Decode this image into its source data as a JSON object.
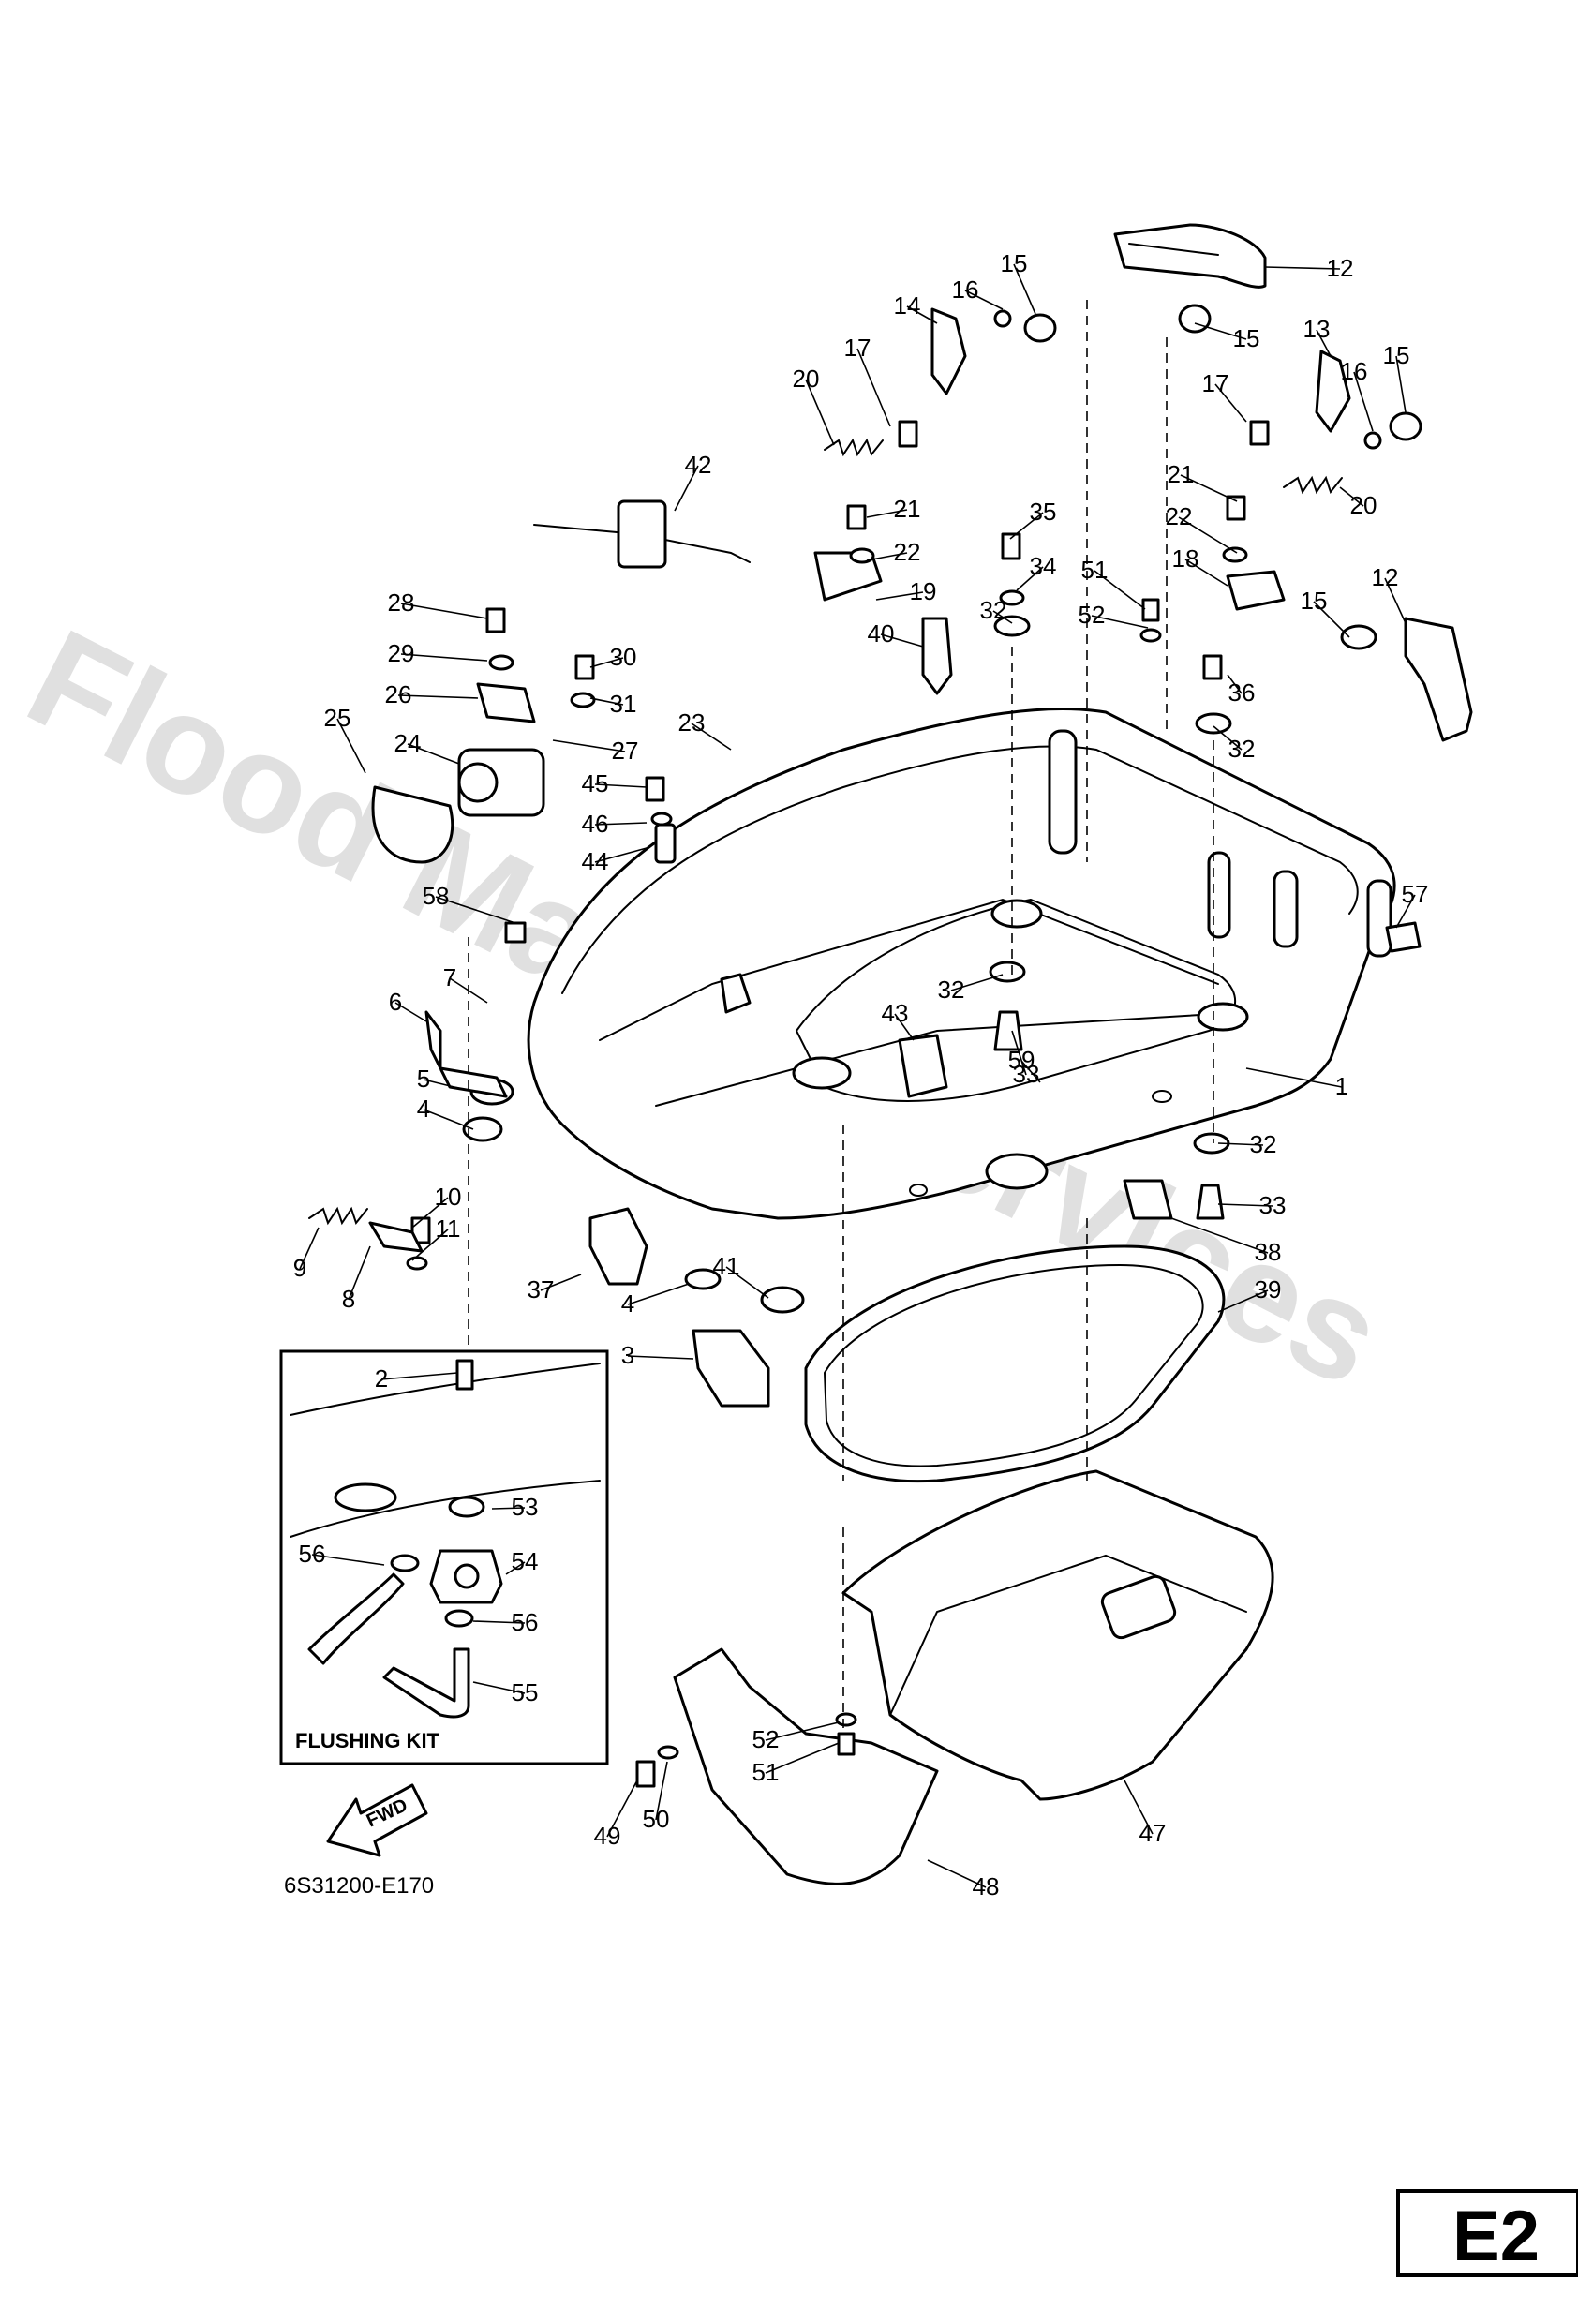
{
  "watermark": "Flood Marine Services",
  "inset": {
    "title": "FLUSHING KIT"
  },
  "drawing_code": "6S31200-E170",
  "section_badge": "E2",
  "fwd_arrow": "FWD",
  "callouts": [
    {
      "id": "c1",
      "text": "1"
    },
    {
      "id": "c2",
      "text": "2"
    },
    {
      "id": "c3",
      "text": "3"
    },
    {
      "id": "c4a",
      "text": "4"
    },
    {
      "id": "c4b",
      "text": "4"
    },
    {
      "id": "c5",
      "text": "5"
    },
    {
      "id": "c6",
      "text": "6"
    },
    {
      "id": "c7",
      "text": "7"
    },
    {
      "id": "c8",
      "text": "8"
    },
    {
      "id": "c9",
      "text": "9"
    },
    {
      "id": "c10",
      "text": "10"
    },
    {
      "id": "c11",
      "text": "11"
    },
    {
      "id": "c12a",
      "text": "12"
    },
    {
      "id": "c12b",
      "text": "12"
    },
    {
      "id": "c13",
      "text": "13"
    },
    {
      "id": "c14",
      "text": "14"
    },
    {
      "id": "c15a",
      "text": "15"
    },
    {
      "id": "c15b",
      "text": "15"
    },
    {
      "id": "c15c",
      "text": "15"
    },
    {
      "id": "c15d",
      "text": "15"
    },
    {
      "id": "c16a",
      "text": "16"
    },
    {
      "id": "c16b",
      "text": "16"
    },
    {
      "id": "c17a",
      "text": "17"
    },
    {
      "id": "c17b",
      "text": "17"
    },
    {
      "id": "c18",
      "text": "18"
    },
    {
      "id": "c19",
      "text": "19"
    },
    {
      "id": "c20a",
      "text": "20"
    },
    {
      "id": "c20b",
      "text": "20"
    },
    {
      "id": "c21a",
      "text": "21"
    },
    {
      "id": "c21b",
      "text": "21"
    },
    {
      "id": "c22a",
      "text": "22"
    },
    {
      "id": "c22b",
      "text": "22"
    },
    {
      "id": "c23",
      "text": "23"
    },
    {
      "id": "c24",
      "text": "24"
    },
    {
      "id": "c25",
      "text": "25"
    },
    {
      "id": "c26",
      "text": "26"
    },
    {
      "id": "c27",
      "text": "27"
    },
    {
      "id": "c28",
      "text": "28"
    },
    {
      "id": "c29",
      "text": "29"
    },
    {
      "id": "c30",
      "text": "30"
    },
    {
      "id": "c31",
      "text": "31"
    },
    {
      "id": "c32a",
      "text": "32"
    },
    {
      "id": "c32b",
      "text": "32"
    },
    {
      "id": "c32c",
      "text": "32"
    },
    {
      "id": "c32d",
      "text": "32"
    },
    {
      "id": "c33a",
      "text": "33"
    },
    {
      "id": "c33b",
      "text": "33"
    },
    {
      "id": "c34",
      "text": "34"
    },
    {
      "id": "c35",
      "text": "35"
    },
    {
      "id": "c36",
      "text": "36"
    },
    {
      "id": "c37",
      "text": "37"
    },
    {
      "id": "c38",
      "text": "38"
    },
    {
      "id": "c39",
      "text": "39"
    },
    {
      "id": "c40",
      "text": "40"
    },
    {
      "id": "c41",
      "text": "41"
    },
    {
      "id": "c42",
      "text": "42"
    },
    {
      "id": "c43",
      "text": "43"
    },
    {
      "id": "c44",
      "text": "44"
    },
    {
      "id": "c45",
      "text": "45"
    },
    {
      "id": "c46",
      "text": "46"
    },
    {
      "id": "c47",
      "text": "47"
    },
    {
      "id": "c48",
      "text": "48"
    },
    {
      "id": "c49",
      "text": "49"
    },
    {
      "id": "c50",
      "text": "50"
    },
    {
      "id": "c51a",
      "text": "51"
    },
    {
      "id": "c51b",
      "text": "51"
    },
    {
      "id": "c52a",
      "text": "52"
    },
    {
      "id": "c52b",
      "text": "52"
    },
    {
      "id": "c53",
      "text": "53"
    },
    {
      "id": "c54",
      "text": "54"
    },
    {
      "id": "c55",
      "text": "55"
    },
    {
      "id": "c56a",
      "text": "56"
    },
    {
      "id": "c56b",
      "text": "56"
    },
    {
      "id": "c57",
      "text": "57"
    },
    {
      "id": "c58",
      "text": "58"
    },
    {
      "id": "c59",
      "text": "59"
    }
  ]
}
